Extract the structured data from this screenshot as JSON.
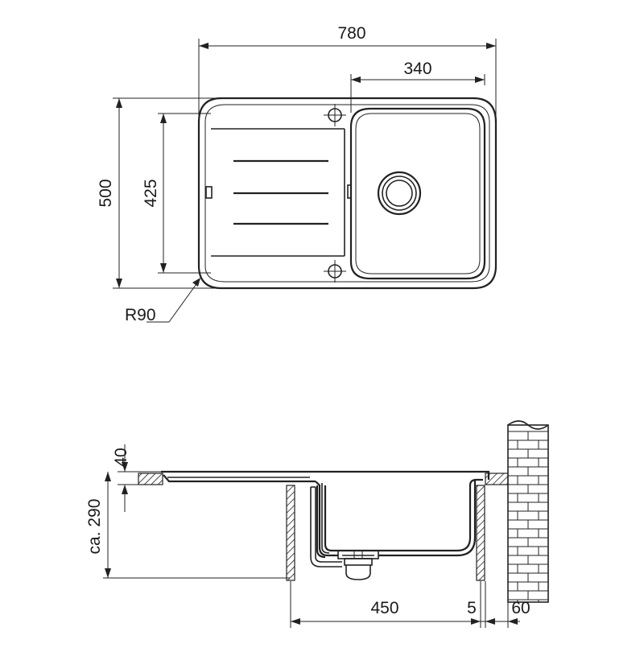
{
  "diagram": {
    "top_view": {
      "dim_overall_width": "780",
      "dim_bowl_width": "340",
      "dim_overall_depth": "500",
      "dim_inner_depth": "425",
      "dim_corner_radius": "R90"
    },
    "side_view": {
      "dim_rim_height": "40",
      "dim_depth": "ca. 290",
      "dim_cabinet_width": "450",
      "dim_gap": "5",
      "dim_wall": "60"
    }
  }
}
